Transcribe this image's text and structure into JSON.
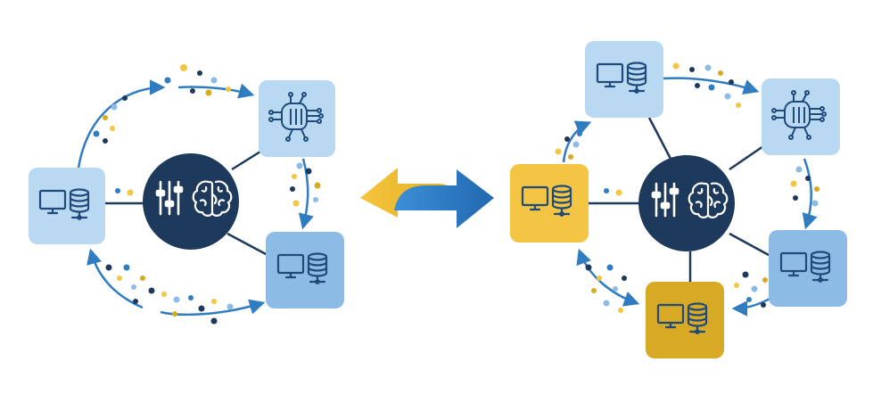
{
  "colors": {
    "navy": "#1d3a5c",
    "light_blue": "#b9d9f3",
    "mid_blue": "#8cbce6",
    "yellow": "#f4c542",
    "dark_yellow": "#d8a925",
    "arrow_blue": "#2f7cc0",
    "icon_stroke": "#1f4a7a"
  },
  "icons": {
    "hub": [
      "sliders-icon",
      "brain-icon"
    ],
    "client_node": [
      "monitor-icon",
      "database-icon"
    ],
    "ai_node": [
      "circuit-chip-icon"
    ],
    "exchange": "bidirectional-arrow-icon"
  },
  "diagrams": [
    {
      "name": "left-network",
      "nodes": [
        {
          "name": "left-node-ai",
          "type": "ai",
          "fill": "#b9d9f3"
        },
        {
          "name": "left-node-client-west",
          "type": "client",
          "fill": "#b9d9f3"
        },
        {
          "name": "left-node-client-southeast",
          "type": "client",
          "fill": "#8cbce6"
        }
      ]
    },
    {
      "name": "right-network",
      "nodes": [
        {
          "name": "right-node-client-north",
          "type": "client",
          "fill": "#b9d9f3"
        },
        {
          "name": "right-node-ai",
          "type": "ai",
          "fill": "#b9d9f3"
        },
        {
          "name": "right-node-client-west",
          "type": "client",
          "fill": "#f4c542"
        },
        {
          "name": "right-node-client-east",
          "type": "client",
          "fill": "#8cbce6"
        },
        {
          "name": "right-node-client-south",
          "type": "client",
          "fill": "#d8a925"
        }
      ]
    }
  ]
}
